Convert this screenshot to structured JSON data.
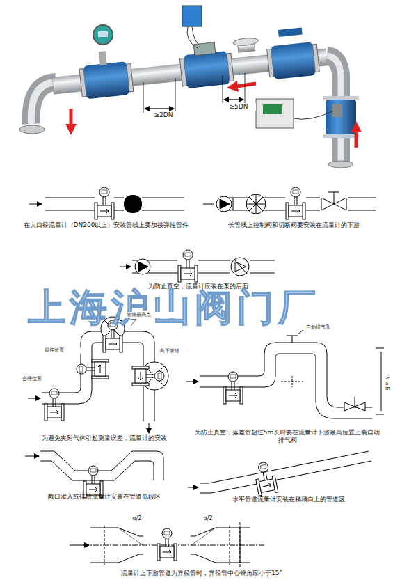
{
  "diagram": {
    "labels": [
      "≥2DN",
      "≥5DN",
      "在大口径流量计（DN200以上）安装管线上要加接弹性管件",
      "长管线上控制阀和切断阀要安装在流量计的下游",
      "为防止真空，流量计应装在泵的后面",
      "上海沪山阀门厂",
      "管道最高点",
      "最佳位置",
      "合理位置",
      "向下管道",
      "为避免夹附气体引起测量误差，流量计的安装",
      "自动排气孔",
      "≥5m",
      "为防止真空，落差管超过5m长时要在流量计下游最高位置上装自动排气阀",
      "敞口灌入或排放流量计安装在管道低段区",
      "水平管道流量计安装在稍稍向上的管道区",
      "α/2",
      "α/2",
      "流量计上下游管道为异径管时，异径管中心锥角应小于15°"
    ]
  }
}
